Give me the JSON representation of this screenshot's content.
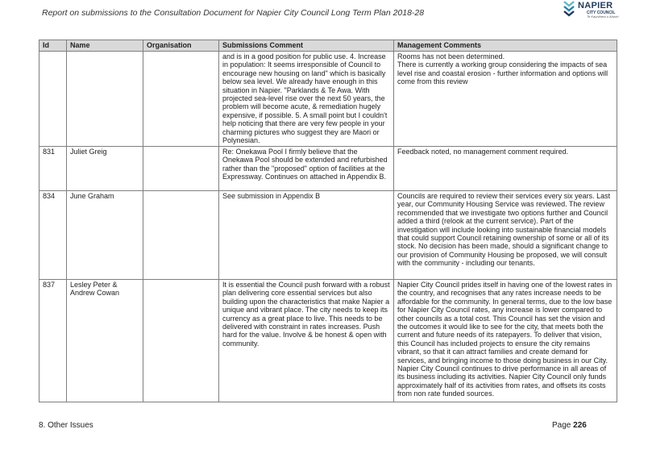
{
  "header": {
    "title": "Report on submissions to the Consultation Document for Napier City Council Long Term Plan 2018-28",
    "logo": {
      "name": "NAPIER",
      "subtitle": "CITY COUNCIL",
      "tagline": "Te Kaunihera o Ahuriri",
      "icon": "napier-waves-logo"
    }
  },
  "table": {
    "headers": [
      "Id",
      "Name",
      "Organisation",
      "Submissions Comment",
      "Management Comments"
    ],
    "rows": [
      {
        "id": "",
        "name": "",
        "organisation": "",
        "submission": "and is in a good position for public use. 4. Increase in population: It seems irresponsible of Council to encourage new housing on land\" which is basically below sea level. We already have enough in this situation in Napier. \"Parklands & Te Awa. With projected sea-level rise over the next 50 years, the problem will become acute, & remediation hugely expensive, if possible. 5. A small point but I couldn't help noticing that there are very few people in your charming pictures who suggest they are Maori or Polynesian.",
        "management": "Rooms has not been determined.\nThere is currently a working group considering the impacts of sea level rise and coastal erosion - further information and options will come from this review"
      },
      {
        "id": "831",
        "name": "Juliet Greig",
        "organisation": "",
        "submission": "Re: Onekawa Pool I firmly believe that the Onekawa Pool should be extended and refurbished rather than the \"proposed\" option of facilities at the Expressway. Continues on attached in Appendix B.",
        "management": "Feedback noted, no management comment required."
      },
      {
        "id": "834",
        "name": "June Graham",
        "organisation": "",
        "submission": "See submission in Appendix B",
        "management": "Councils are required to review their services every six years. Last year, our Community Housing Service was reviewed. The review recommended that we investigate two options further and Council added a third (relook at the current service). Part of the investigation will include looking into sustainable financial models that could support Council retaining ownership of some or all of its stock. No decision has been made, should a significant change to our provision of Community Housing be proposed, we will consult with the community - including our tenants."
      },
      {
        "id": "837",
        "name": "Lesley Peter & Andrew Cowan",
        "organisation": "",
        "submission": "It is essential the Council push forward with a robust plan delivering core essential services but also building upon the characteristics that make Napier a unique and vibrant place. The city needs to keep its currency as a great place to live. This needs to be delivered with constraint in rates increases. Push hard for the value. Involve & be honest & open with community.",
        "management": "Napier City Council prides itself in having one of the lowest rates in the country, and recognises that any rates increase needs to be affordable for the community. In general terms, due to the low base for Napier City Council rates, any increase is lower compared to other councils as a total cost. This Council has set the vision and the outcomes it would like to see for the city, that meets both the current and future needs of its ratepayers. To deliver that vision, this Council has included projects to ensure the city remains vibrant, so that it can attract families and create demand for services, and bringing income to those doing business in our City. Napier City Council continues to drive performance in all areas of its business including its activities. Napier City Council only funds approximately half of its activities from rates, and offsets its costs from non rate funded sources."
      }
    ]
  },
  "footer": {
    "section": "8. Other Issues",
    "page_label": "Page",
    "page_number": "226"
  }
}
